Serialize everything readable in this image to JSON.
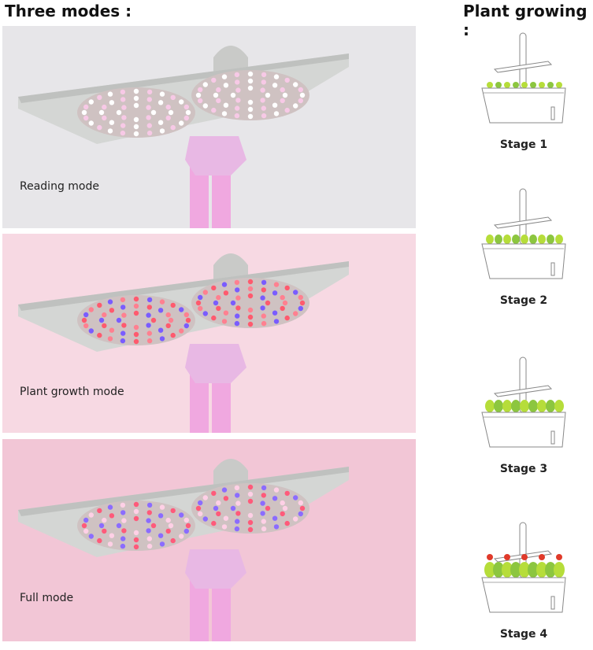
{
  "headings": {
    "left": "Three modes :",
    "right": "Plant growing :"
  },
  "modes": [
    {
      "label": "Reading mode",
      "bg": "#e7e6e9",
      "led_colors": [
        "#ffffff",
        "#f7c9e6"
      ]
    },
    {
      "label": "Plant growth mode",
      "bg": "#f7d9e3",
      "led_colors": [
        "#ff5a6e",
        "#7a5cff",
        "#ff8090"
      ]
    },
    {
      "label": "Full mode",
      "bg": "#f2c6d6",
      "led_colors": [
        "#ff5a7a",
        "#8b6cff",
        "#ffd0e6"
      ]
    }
  ],
  "stages": [
    {
      "label": "Stage 1",
      "growth": 1
    },
    {
      "label": "Stage 2",
      "growth": 2
    },
    {
      "label": "Stage 3",
      "growth": 3
    },
    {
      "label": "Stage 4",
      "growth": 4
    }
  ]
}
